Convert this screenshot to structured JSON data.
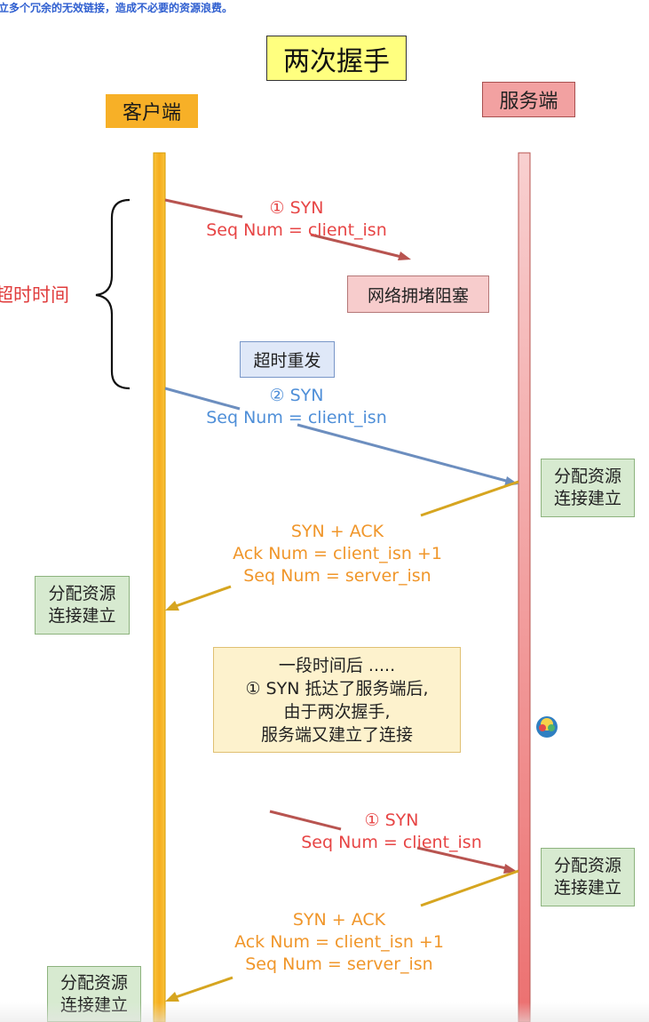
{
  "top_note": "立多个冗余的无效链接，造成不必要的资源浪费。",
  "title": "两次握手",
  "client": {
    "label": "客户端"
  },
  "server": {
    "label": "服务端"
  },
  "timeout_label": "超时时间",
  "congestion_label": "网络拥堵阻塞",
  "retransmit_label": "超时重发",
  "messages": {
    "syn1_first": {
      "line1": "① SYN",
      "line2": "Seq Num = client_isn"
    },
    "syn2": {
      "line1": "② SYN",
      "line2": "Seq Num = client_isn"
    },
    "synack1": {
      "line1": "SYN + ACK",
      "line2": "Ack Num =  client_isn +1",
      "line3": "Seq Num = server_isn"
    },
    "syn1_late": {
      "line1": "① SYN",
      "line2": "Seq Num = client_isn"
    },
    "synack2": {
      "line1": "SYN + ACK",
      "line2": "Ack Num =  client_isn +1",
      "line3": "Seq Num = server_isn"
    }
  },
  "resource_boxes": {
    "server_1": {
      "line1": "分配资源",
      "line2": "连接建立"
    },
    "client_1": {
      "line1": "分配资源",
      "line2": "连接建立"
    },
    "server_2": {
      "line1": "分配资源",
      "line2": "连接建立"
    },
    "client_2": {
      "line1": "分配资源",
      "line2": "连接建立"
    }
  },
  "note": {
    "line1": "一段时间后 .....",
    "line2": "① SYN 抵达了服务端后,",
    "line3": "由于两次握手,",
    "line4": "服务端又建立了连接"
  },
  "colors": {
    "client_timeline": "#f7b027",
    "server_timeline": "#f2a1a1",
    "syn_red": "#b85450",
    "syn_blue": "#6c8ebf",
    "synack_orange": "#d6a520"
  },
  "icons": {
    "avatar": "avatar-icon"
  }
}
